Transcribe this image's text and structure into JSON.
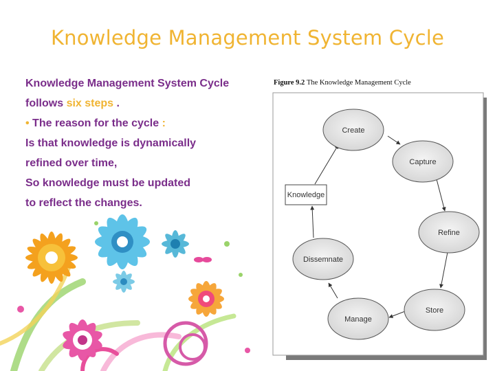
{
  "slide": {
    "title": "Knowledge Management System Cycle",
    "body_lines": {
      "l1": "Knowledge Management System Cycle",
      "l2a": " follows ",
      "l2b": "six steps",
      "l2c": " .",
      "l3bullet": "•",
      "l3a": "  The reason for the cycle ",
      "l3b": ":",
      "l4": "Is that knowledge is dynamically",
      "l5": " refined over time,",
      "l6": "So  knowledge  must be updated",
      "l7": "to reflect the changes."
    }
  },
  "figure": {
    "caption_number": "Figure 9.2",
    "caption_text": "The Knowledge Management Cycle",
    "center_label": "Knowledge",
    "nodes": {
      "create": "Create",
      "capture": "Capture",
      "refine": "Refine",
      "store": "Store",
      "manage": "Manage",
      "disseminate": "Dissemnate"
    }
  },
  "colors": {
    "title": "#f0b432",
    "body": "#7a2d8a",
    "highlight": "#f0b432"
  }
}
